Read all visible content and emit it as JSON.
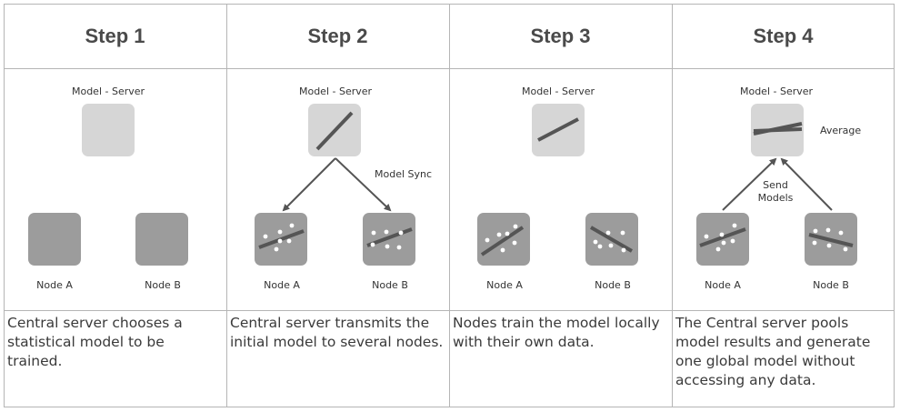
{
  "steps": [
    {
      "title": "Step 1",
      "server_label": "Model - Server",
      "node_a": "Node A",
      "node_b": "Node B",
      "description": "Central server chooses a statistical model to be trained."
    },
    {
      "title": "Step 2",
      "server_label": "Model - Server",
      "arrow_label": "Model Sync",
      "node_a": "Node A",
      "node_b": "Node B",
      "description": "Central server transmits the initial model to several nodes."
    },
    {
      "title": "Step 3",
      "server_label": "Model - Server",
      "node_a": "Node A",
      "node_b": "Node B",
      "description": "Nodes train the model locally with their own data."
    },
    {
      "title": "Step 4",
      "server_label": "Model - Server",
      "average_label": "Average",
      "send_label_1": "Send",
      "send_label_2": "Models",
      "node_a": "Node A",
      "node_b": "Node B",
      "description": "The Central server pools model results and generate one global model without accessing any data."
    }
  ],
  "colors": {
    "border": "#b5b5b5",
    "server_box": "#d6d6d6",
    "node_box": "#9c9c9c",
    "line": "#555555",
    "dots": "#ffffff"
  }
}
